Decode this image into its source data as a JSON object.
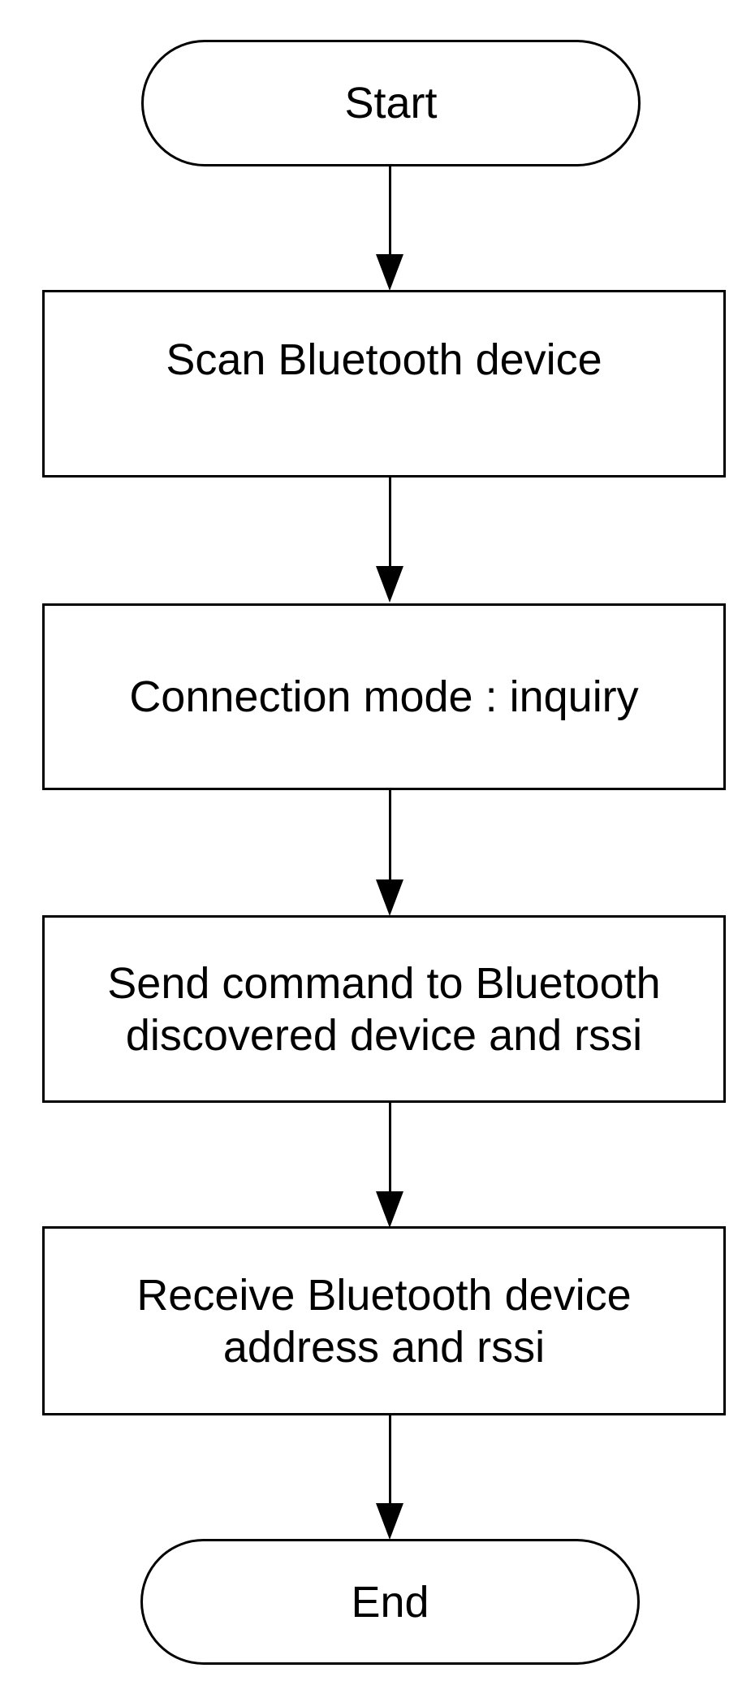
{
  "diagram": {
    "type": "flowchart",
    "background_color": "#ffffff",
    "stroke_color": "#000000",
    "text_color": "#000000",
    "nodes": {
      "start": {
        "shape": "terminator",
        "label": "Start"
      },
      "scan": {
        "shape": "process",
        "label": "Scan Bluetooth device"
      },
      "mode": {
        "shape": "process",
        "label": "Connection mode : inquiry"
      },
      "send": {
        "shape": "process",
        "label": [
          "Send command to Bluetooth",
          "discovered device and rssi"
        ]
      },
      "receive": {
        "shape": "process",
        "label": [
          "Receive Bluetooth device",
          "address and rssi"
        ]
      },
      "end": {
        "shape": "terminator",
        "label": "End"
      }
    },
    "edges": [
      {
        "from": "start",
        "to": "scan",
        "direction": "down"
      },
      {
        "from": "scan",
        "to": "mode",
        "direction": "down"
      },
      {
        "from": "mode",
        "to": "send",
        "direction": "down"
      },
      {
        "from": "send",
        "to": "receive",
        "direction": "down"
      },
      {
        "from": "receive",
        "to": "end",
        "direction": "down"
      }
    ]
  }
}
